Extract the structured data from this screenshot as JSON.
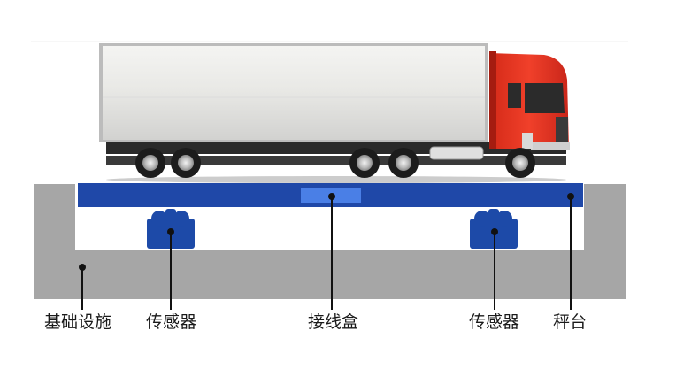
{
  "labels": {
    "foundation": "基础设施",
    "sensor_left": "传感器",
    "junction_box": "接线盒",
    "sensor_right": "传感器",
    "platform": "秤台"
  },
  "colors": {
    "foundation": "#a6a6a6",
    "platform": "#1f48a8",
    "junction_box": "#4a7fe6",
    "sensor": "#1d4aa8",
    "truck_cab": "#e8341f",
    "trailer": "#e6e6e6",
    "leader_line": "#111111"
  }
}
